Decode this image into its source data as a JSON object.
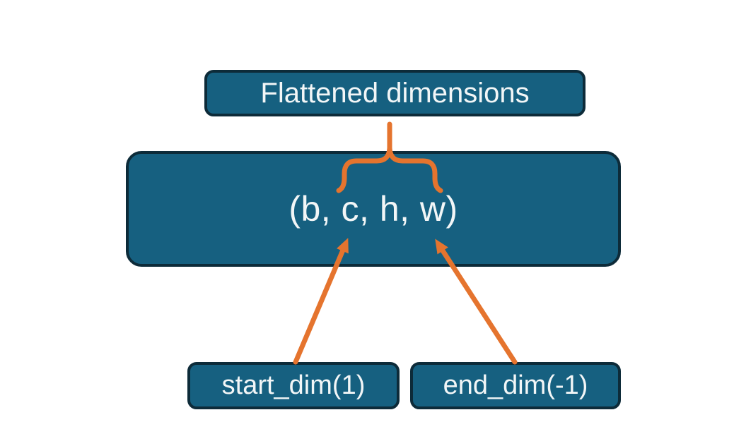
{
  "diagram": {
    "title_box": {
      "label": "Flattened dimensions"
    },
    "tensor_box": {
      "label": "(b, c, h, w)"
    },
    "start_box": {
      "label": "start_dim(1)"
    },
    "end_box": {
      "label": "end_dim(-1)"
    },
    "annotations": {
      "brace": "brace-spanning-flattened-dims",
      "arrows": [
        "start-dim-arrow",
        "end-dim-arrow"
      ]
    },
    "colors": {
      "box_fill": "#166080",
      "box_border": "#0d2b39",
      "accent_orange": "#e5742e",
      "text": "#f2f6f7",
      "background": "#ffffff"
    }
  }
}
